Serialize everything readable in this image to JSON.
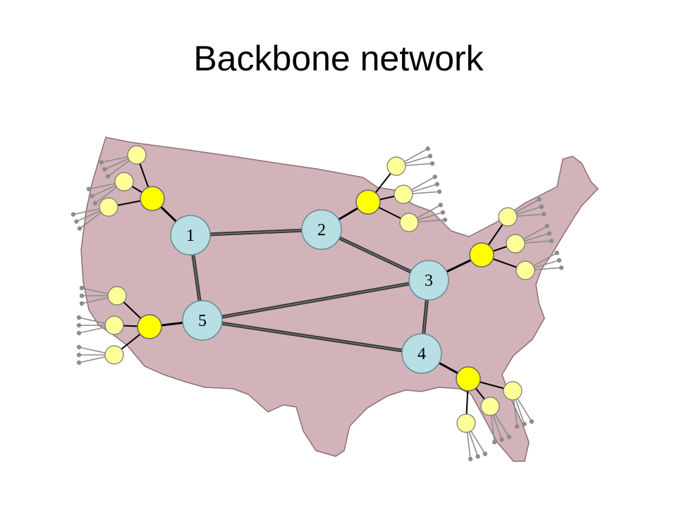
{
  "title": "Backbone network",
  "colors": {
    "map_fill": "#d2b3b9",
    "map_stroke": "#8f6f75",
    "backbone_fill": "#b7dfe4",
    "regional_fill": "#ffff00",
    "host_fill": "#ffff99",
    "terminal_fill": "#8c8c8c"
  },
  "backbone_nodes": [
    {
      "label": "1"
    },
    {
      "label": "2"
    },
    {
      "label": "3"
    },
    {
      "label": "4"
    },
    {
      "label": "5"
    }
  ],
  "backbone_links": [
    [
      "1",
      "2"
    ],
    [
      "1",
      "5"
    ],
    [
      "2",
      "3"
    ],
    [
      "3",
      "4"
    ],
    [
      "3",
      "5"
    ],
    [
      "5",
      "4"
    ]
  ]
}
